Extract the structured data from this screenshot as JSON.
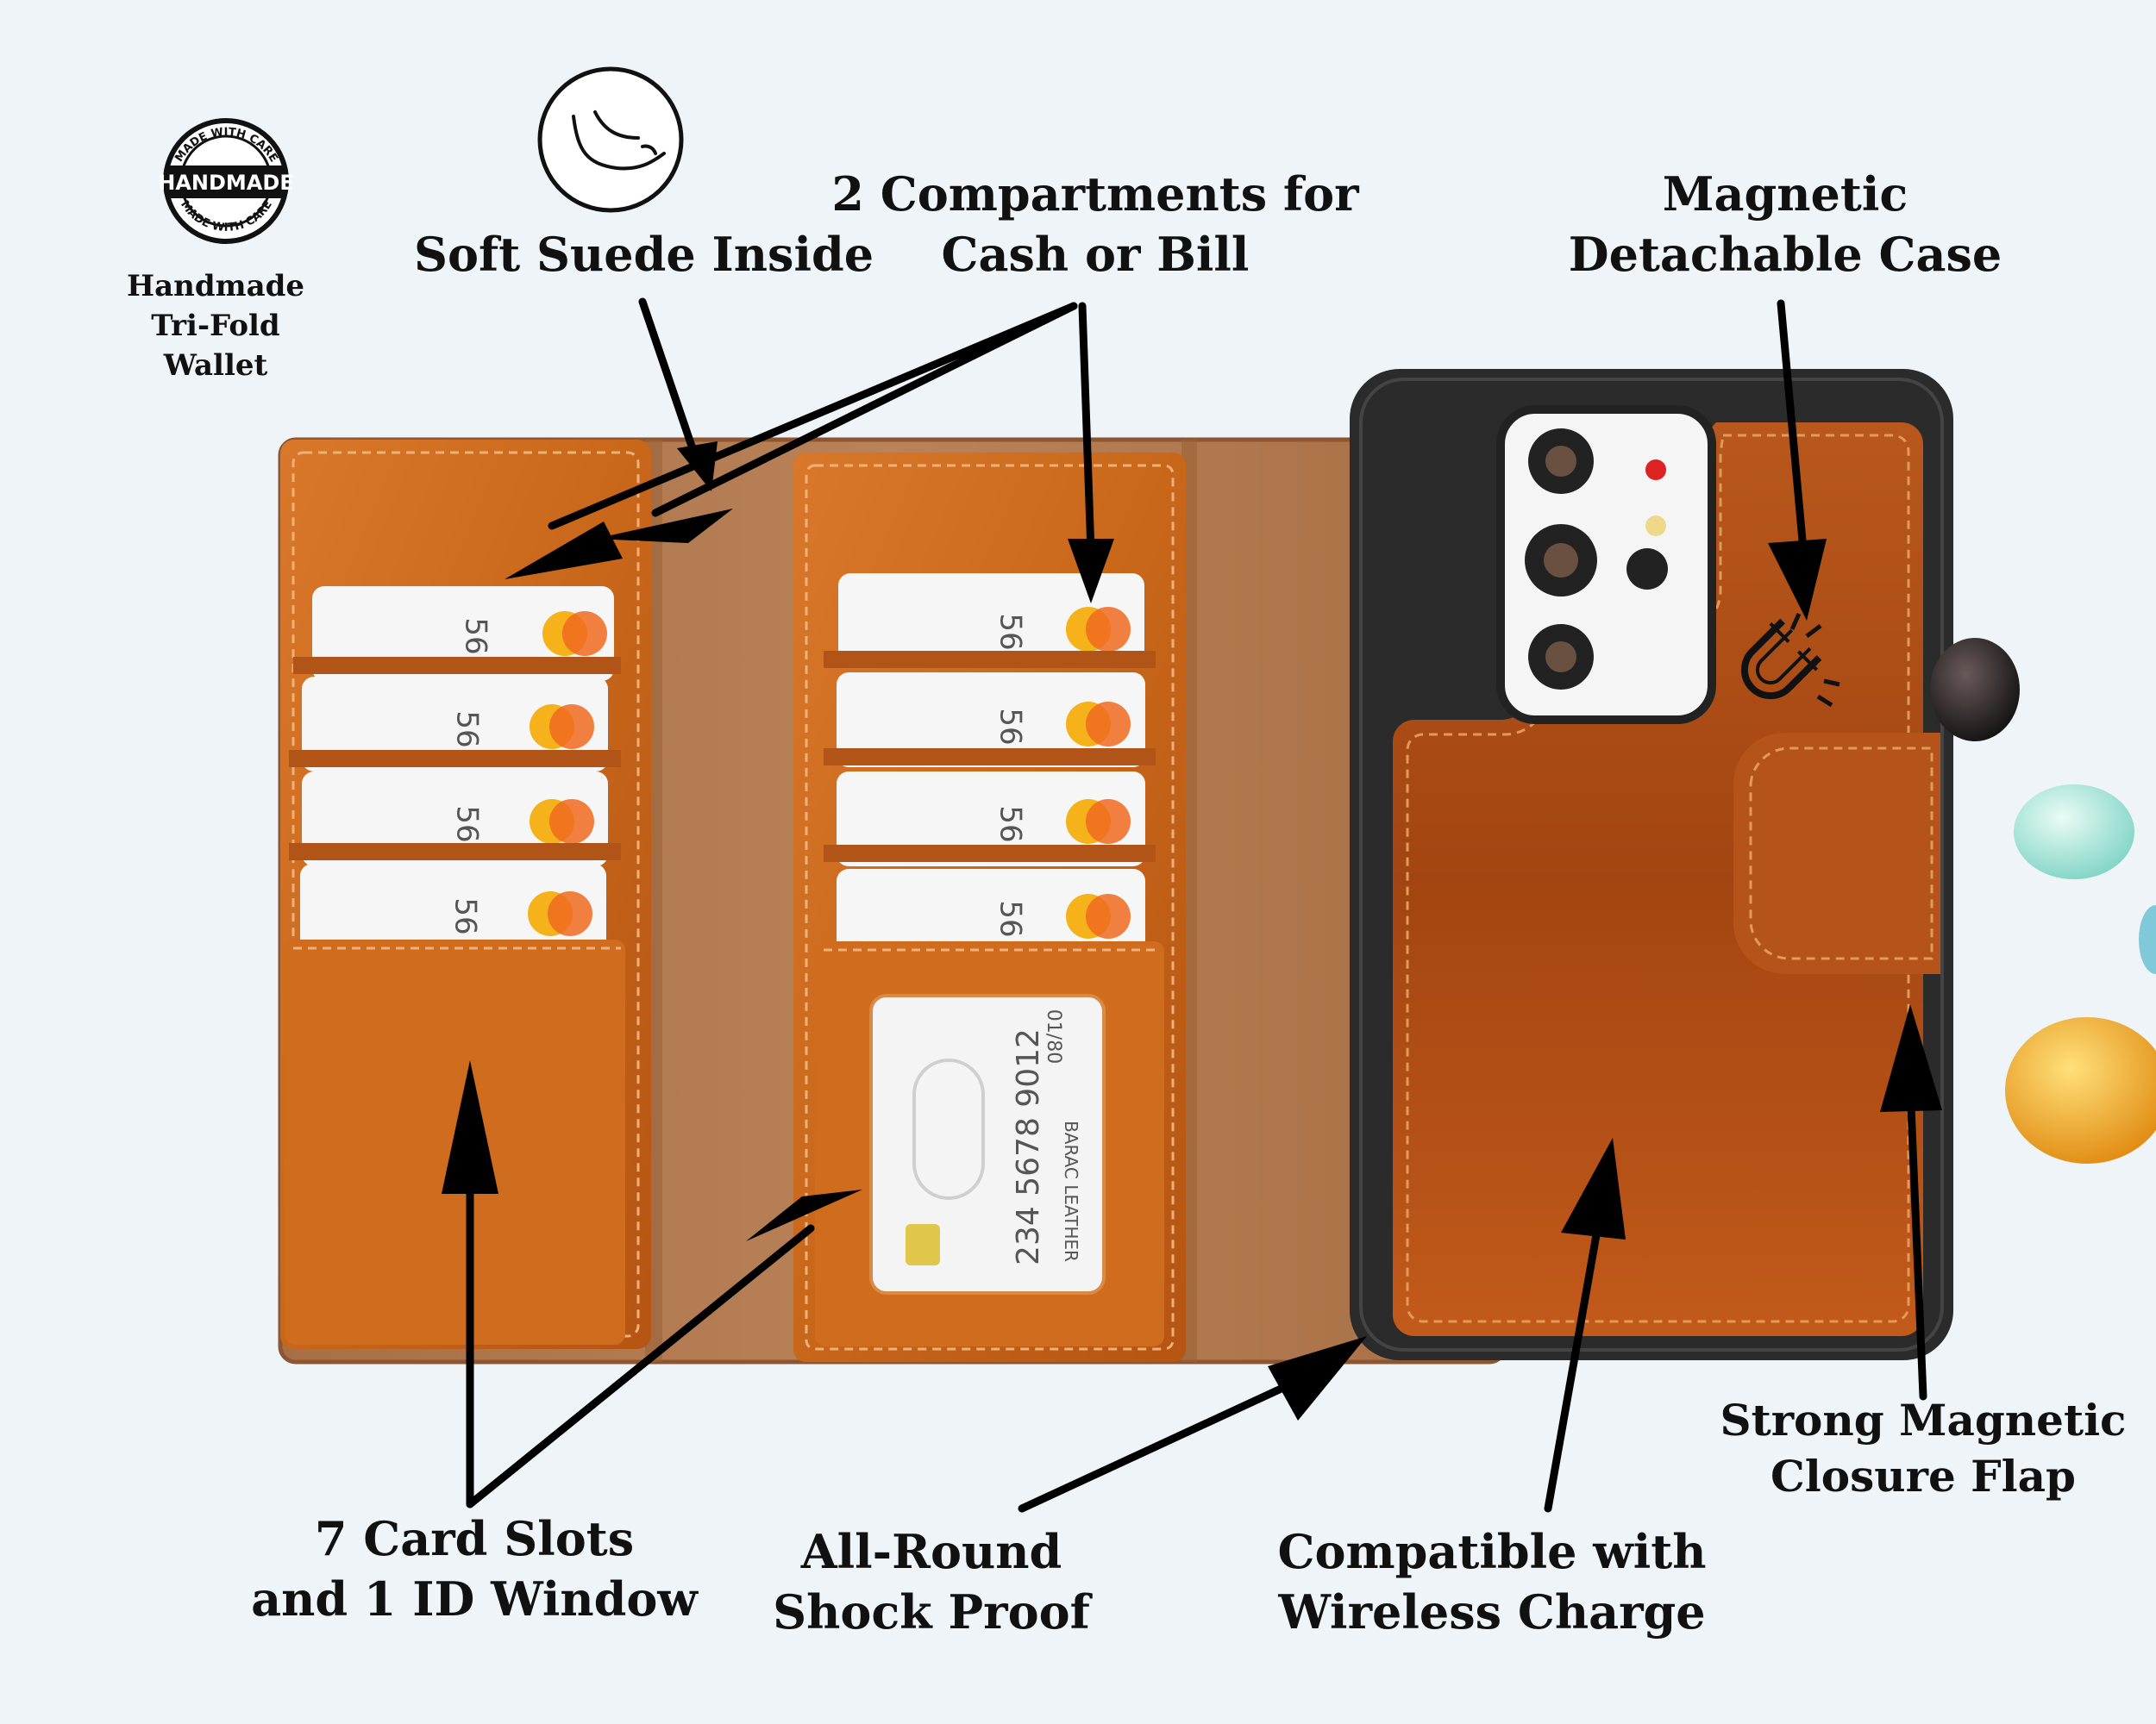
{
  "badge": {
    "stamp_text": "HANDMADE",
    "ring_top": "MADE WITH CARE",
    "ring_bottom": "MADE WITH CARE",
    "caption_lines": [
      "Handmade",
      "Tri-Fold",
      "Wallet"
    ]
  },
  "labels": {
    "soft_suede": "Soft Suede Inside",
    "compartments": [
      "2 Compartments for",
      "Cash or Bill"
    ],
    "magnetic_case": [
      "Magnetic",
      "Detachable Case"
    ],
    "card_slots": [
      "7 Card Slots",
      "and 1 ID Window"
    ],
    "shock_proof": [
      "All-Round",
      "Shock Proof"
    ],
    "wireless": [
      "Compatible with",
      "Wireless Charge"
    ],
    "closure_flap": [
      "Strong Magnetic",
      "Closure Flap"
    ]
  },
  "card_print": {
    "digits": "56",
    "id_number": "234 5678 9012",
    "id_valid": "01/80",
    "id_brand": "BARAC LEATHER"
  },
  "colors": {
    "background": "#eef4f7",
    "leather": "#c8661a",
    "leather_dark": "#a14a10",
    "suede": "#b07850",
    "phone_bezel": "#2b2b2b",
    "arrow": "#000000"
  }
}
